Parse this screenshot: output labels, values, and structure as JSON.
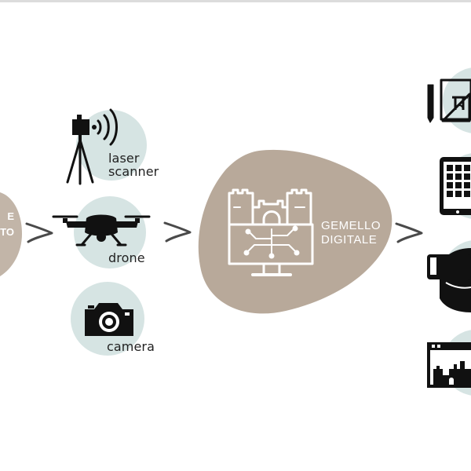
{
  "left_node": {
    "line1": "E",
    "line2": "TO"
  },
  "inputs": [
    {
      "icon": "laser-scanner-icon",
      "label_line1": "laser",
      "label_line2": "scanner"
    },
    {
      "icon": "drone-icon",
      "label": "drone"
    },
    {
      "icon": "camera-icon",
      "label": "camera"
    }
  ],
  "center": {
    "icon": "castle-monitor-icon",
    "line1": "GEMELLO",
    "line2": "DIGITALE"
  },
  "outputs": [
    {
      "icon": "technical-drawing-icon"
    },
    {
      "icon": "tablet-icon"
    },
    {
      "icon": "vr-headset-icon"
    },
    {
      "icon": "web-browser-castle-icon"
    }
  ],
  "colors": {
    "bubble_blue": "#d6e4e3",
    "blob_beige": "#b8a99a",
    "left_blob": "#c2b5a8",
    "icon_black": "#111111",
    "arrow_gray": "#4a4a4a",
    "white": "#ffffff"
  }
}
